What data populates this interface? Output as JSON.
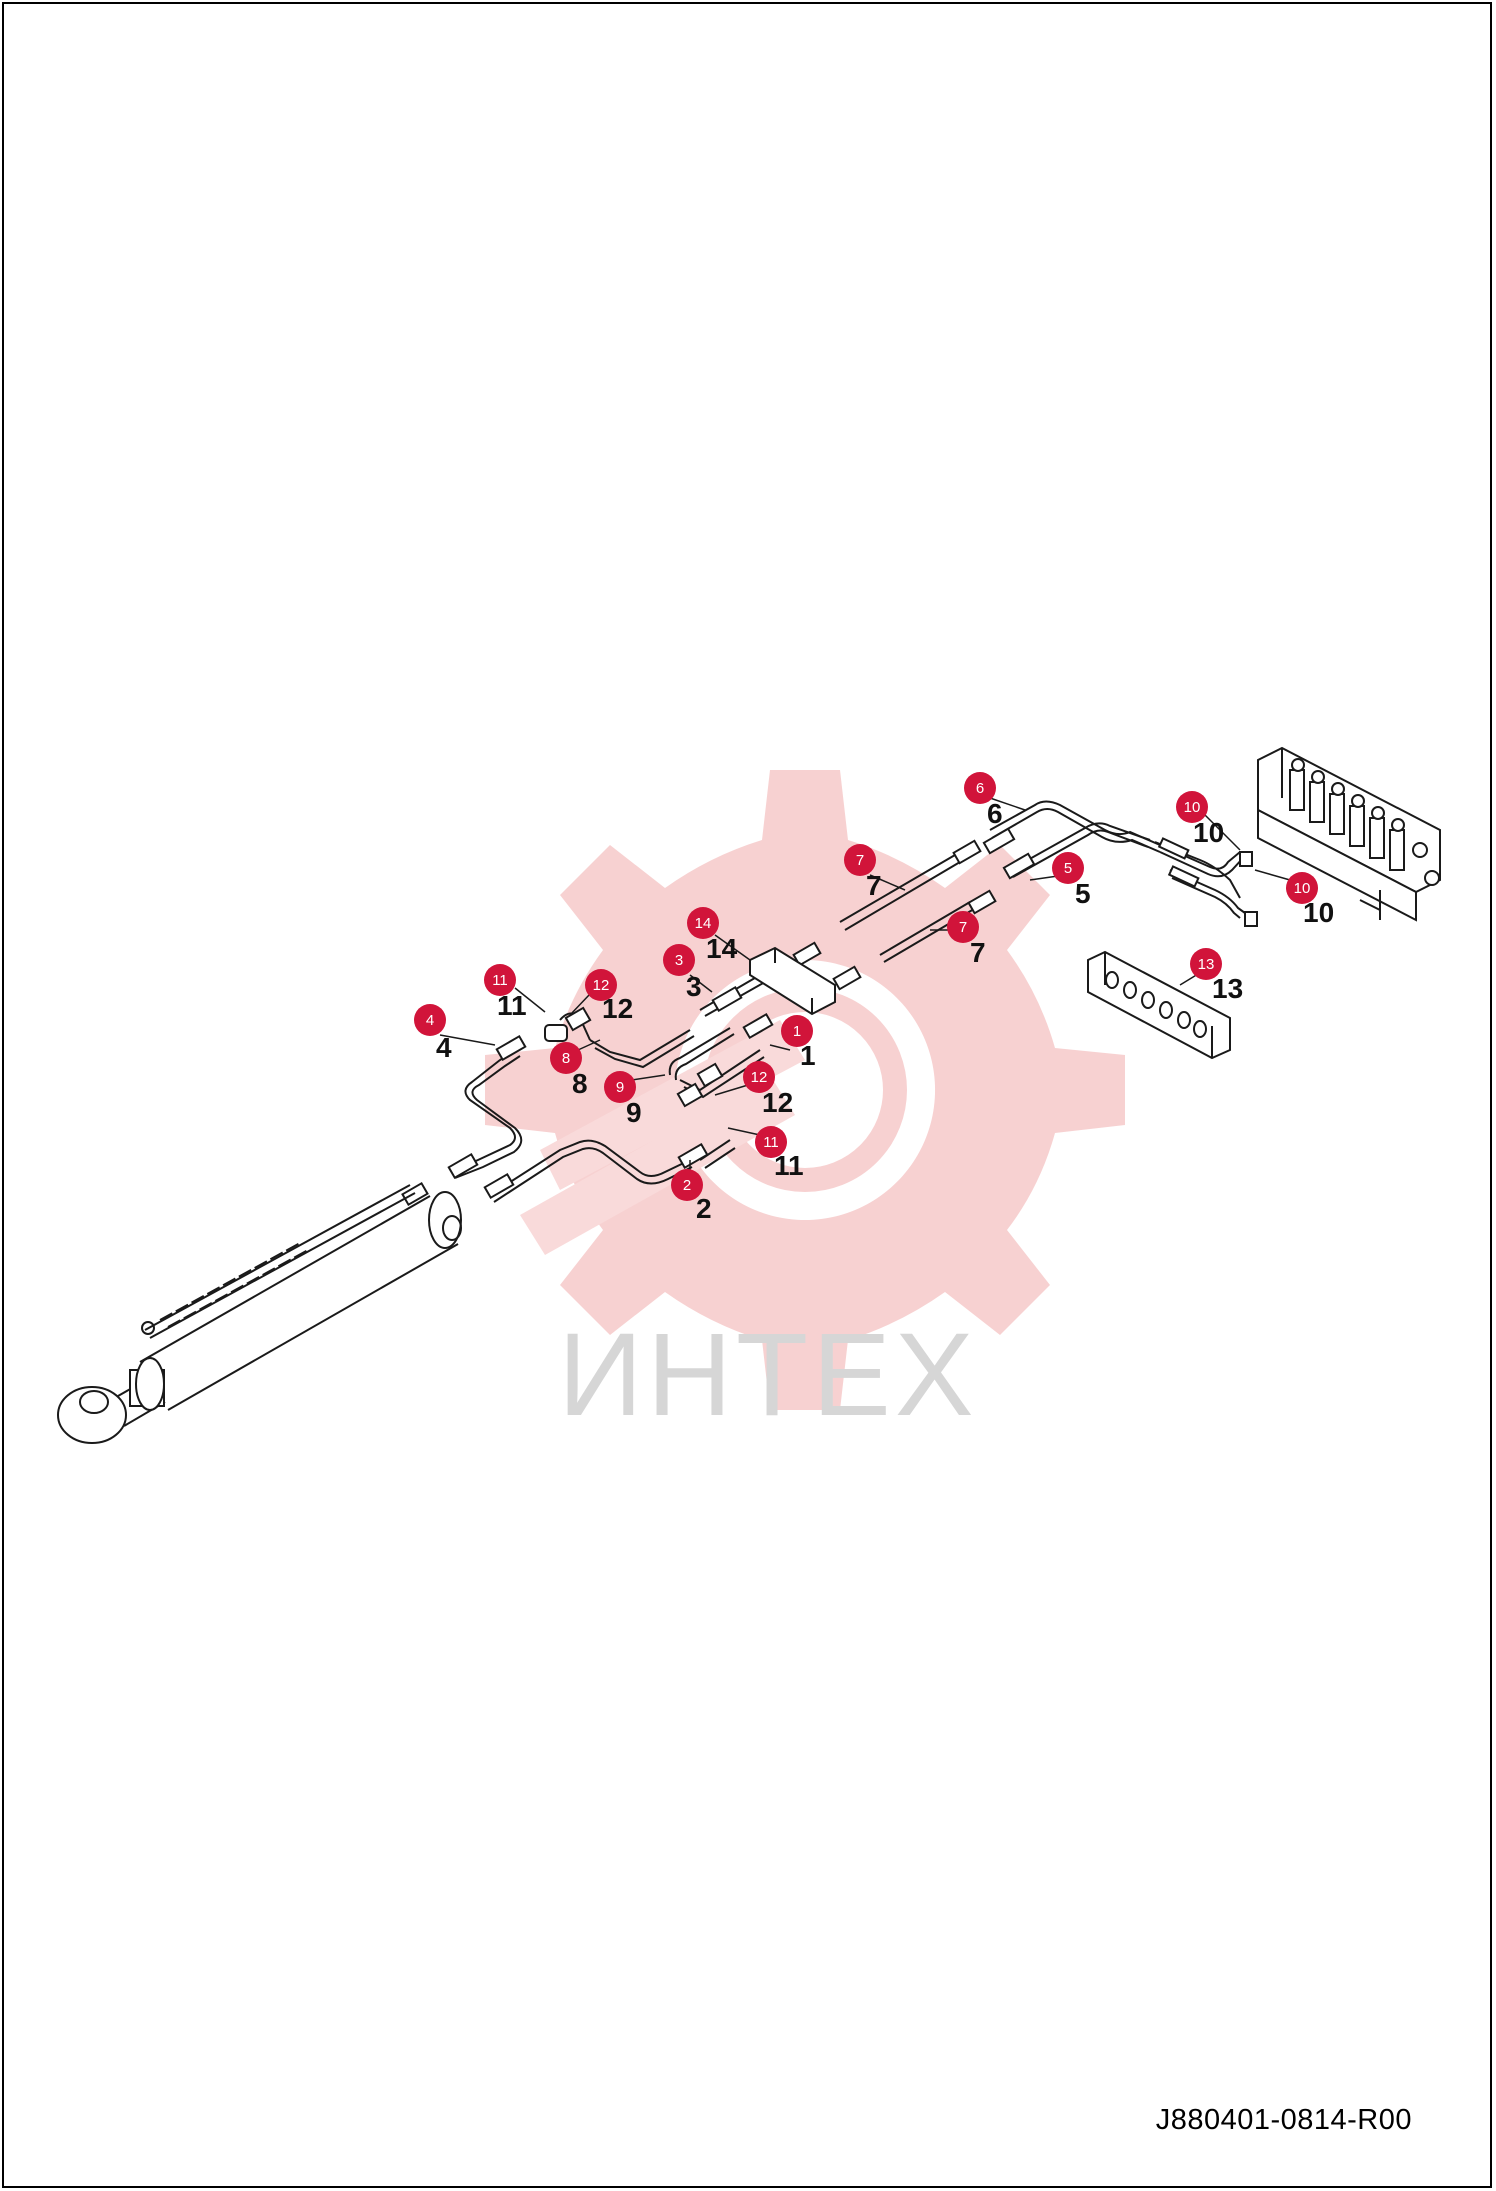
{
  "drawing": {
    "code": "J880401-0814-R00",
    "watermark_text": "ИНТЕХ",
    "colors": {
      "callout": "#d1143a",
      "line": "#1a1a1a",
      "watermark_gear": "#f6c9c9",
      "watermark_text": "#d6d6d6"
    }
  },
  "callouts": [
    {
      "num": "1",
      "ghost": "1"
    },
    {
      "num": "2",
      "ghost": "2"
    },
    {
      "num": "3",
      "ghost": "3"
    },
    {
      "num": "4",
      "ghost": "4"
    },
    {
      "num": "5",
      "ghost": "5"
    },
    {
      "num": "6",
      "ghost": "6"
    },
    {
      "num": "7",
      "ghost": "7"
    },
    {
      "num": "7",
      "ghost": "7"
    },
    {
      "num": "8",
      "ghost": "8"
    },
    {
      "num": "9",
      "ghost": "9"
    },
    {
      "num": "10",
      "ghost": "10"
    },
    {
      "num": "10",
      "ghost": "10"
    },
    {
      "num": "11",
      "ghost": "11"
    },
    {
      "num": "11",
      "ghost": "11"
    },
    {
      "num": "12",
      "ghost": "12"
    },
    {
      "num": "12",
      "ghost": "12"
    },
    {
      "num": "13",
      "ghost": "13"
    },
    {
      "num": "14",
      "ghost": "14"
    }
  ]
}
